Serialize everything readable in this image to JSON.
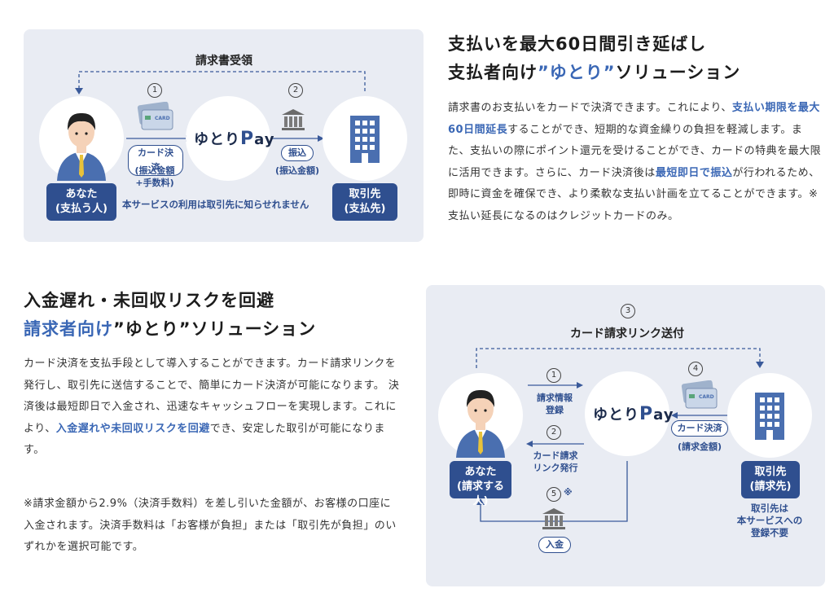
{
  "top_diagram": {
    "title": "請求書受領",
    "num1": "1",
    "num2": "2",
    "pay_method": "カード決済",
    "pay_detail": "(振込金額\n+手数料)",
    "transfer": "振込",
    "transfer_detail": "(振込金額)",
    "logo_text": "ゆとり",
    "logo_p": "P",
    "logo_ay": "ay",
    "you_label": "あなた\n(支払う人)",
    "partner_label": "取引先\n(支払先)",
    "notice": "本サービスの利用は取引先に知らせれません",
    "card_text": "CARD"
  },
  "section1": {
    "heading_line1": "支払いを最大60日間引き延ばし",
    "heading_line2_a": "支払者向け",
    "heading_line2_hl": "”ゆとり”",
    "heading_line2_b": "ソリューション",
    "p1": "請求書のお支払いをカードで決済できます。これにより、",
    "p1_hl": "支払い期限を最大60日間延長",
    "p2": "することができ、短期的な資金繰りの負担を軽減します。また、支払いの際にポイント還元を受けることができ、カードの特典を最大限に活用できます。さらに、カード決済後は",
    "p2_hl": "最短即日で振込",
    "p3": "が行われるため、即時に資金を確保でき、より柔軟な支払い計画を立てることができます。※支払い延長になるのはクレジットカードのみ。"
  },
  "section2": {
    "heading_line1": "入金遅れ・未回収リスクを回避",
    "heading_line2_hl": "請求者向け",
    "heading_line2_b": "”ゆとり”ソリューション",
    "p1": "カード決済を支払手段として導入することができます。カード請求リンクを発行し、取引先に送信することで、簡単にカード決済が可能になります。 決済後は最短即日で入金され、迅速なキャッシュフローを実現します。これにより、",
    "p1_hl": "入金遅れや未回収リスクを回避",
    "p2": "でき、安定した取引が可能になります。",
    "note": "※請求金額から2.9%（決済手数料）を差し引いた金額が、お客様の口座に入金されます。決済手数料は「お客様が負担」または「取引先が負担」のいずれかを選択可能です。"
  },
  "bottom_diagram": {
    "num3": "3",
    "title": "カード請求リンク送付",
    "num1": "1",
    "step1": "請求情報\n登録",
    "num2": "2",
    "step2": "カード請求\nリンク発行",
    "num4": "4",
    "card_pay": "カード決済",
    "card_pay_detail": "(請求金額)",
    "num5": "5",
    "note_mark": "※",
    "deposit": "入金",
    "logo_text": "ゆとり",
    "logo_p": "P",
    "logo_ay": "ay",
    "you_label": "あなた\n(請求する人)",
    "partner_label": "取引先\n(請求先)",
    "partner_note": "取引先は\n本サービスへの\n登録不要",
    "card_text": "CARD"
  },
  "colors": {
    "accent": "#3a67b5",
    "navy": "#2f4f8f",
    "panel": "#e9ecf3"
  }
}
